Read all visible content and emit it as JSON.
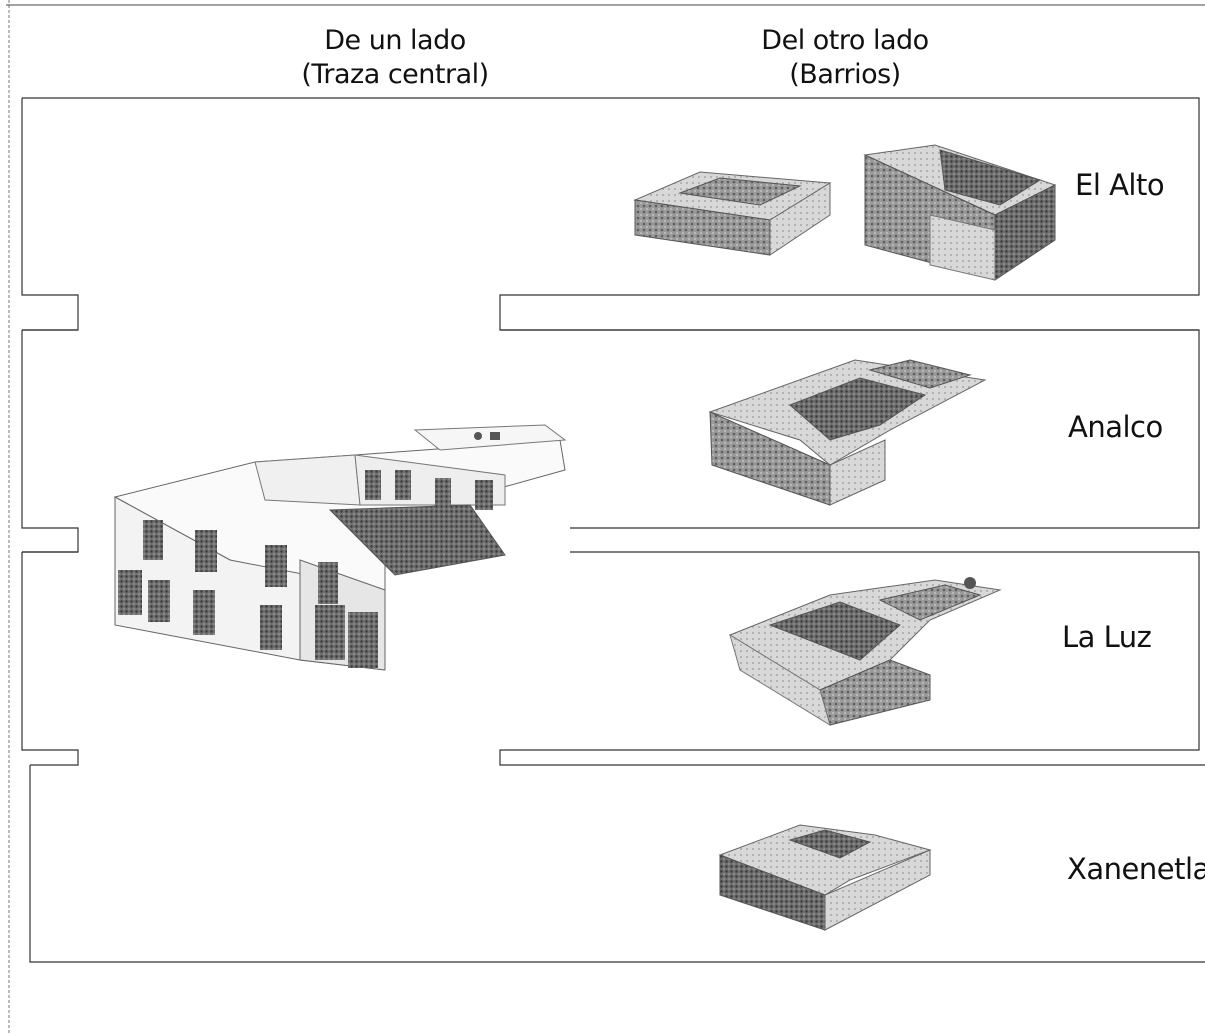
{
  "headers": {
    "left": {
      "line1": "De un lado",
      "line2": "(Traza central)"
    },
    "right": {
      "line1": "Del otro lado",
      "line2": "(Barrios)"
    }
  },
  "barrios": [
    {
      "label": "El Alto"
    },
    {
      "label": "Analco"
    },
    {
      "label": "La Luz"
    },
    {
      "label": "Xanenetla"
    }
  ]
}
